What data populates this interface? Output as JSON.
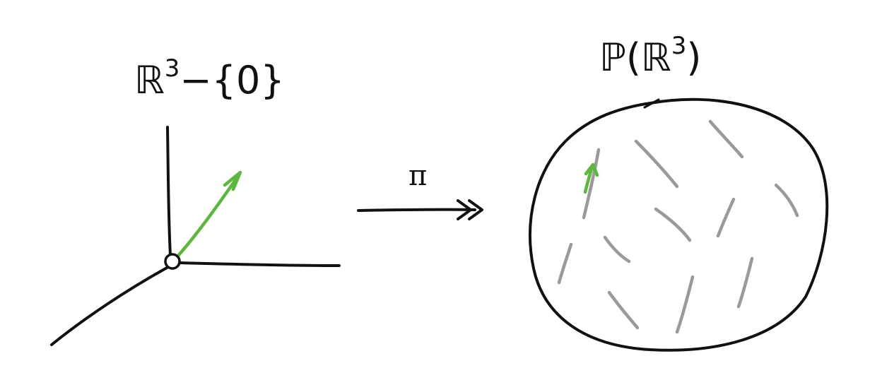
{
  "labels": {
    "domain": {
      "main": "ℝ",
      "sup": "3",
      "rest": "−{0}"
    },
    "map": "π",
    "codomain": {
      "prefix": "ℙ(ℝ",
      "sup": "3",
      "suffix": ")"
    }
  },
  "colors": {
    "ink": "#111111",
    "hatch": "#9a9a9a",
    "vector": "#5cb83c"
  }
}
